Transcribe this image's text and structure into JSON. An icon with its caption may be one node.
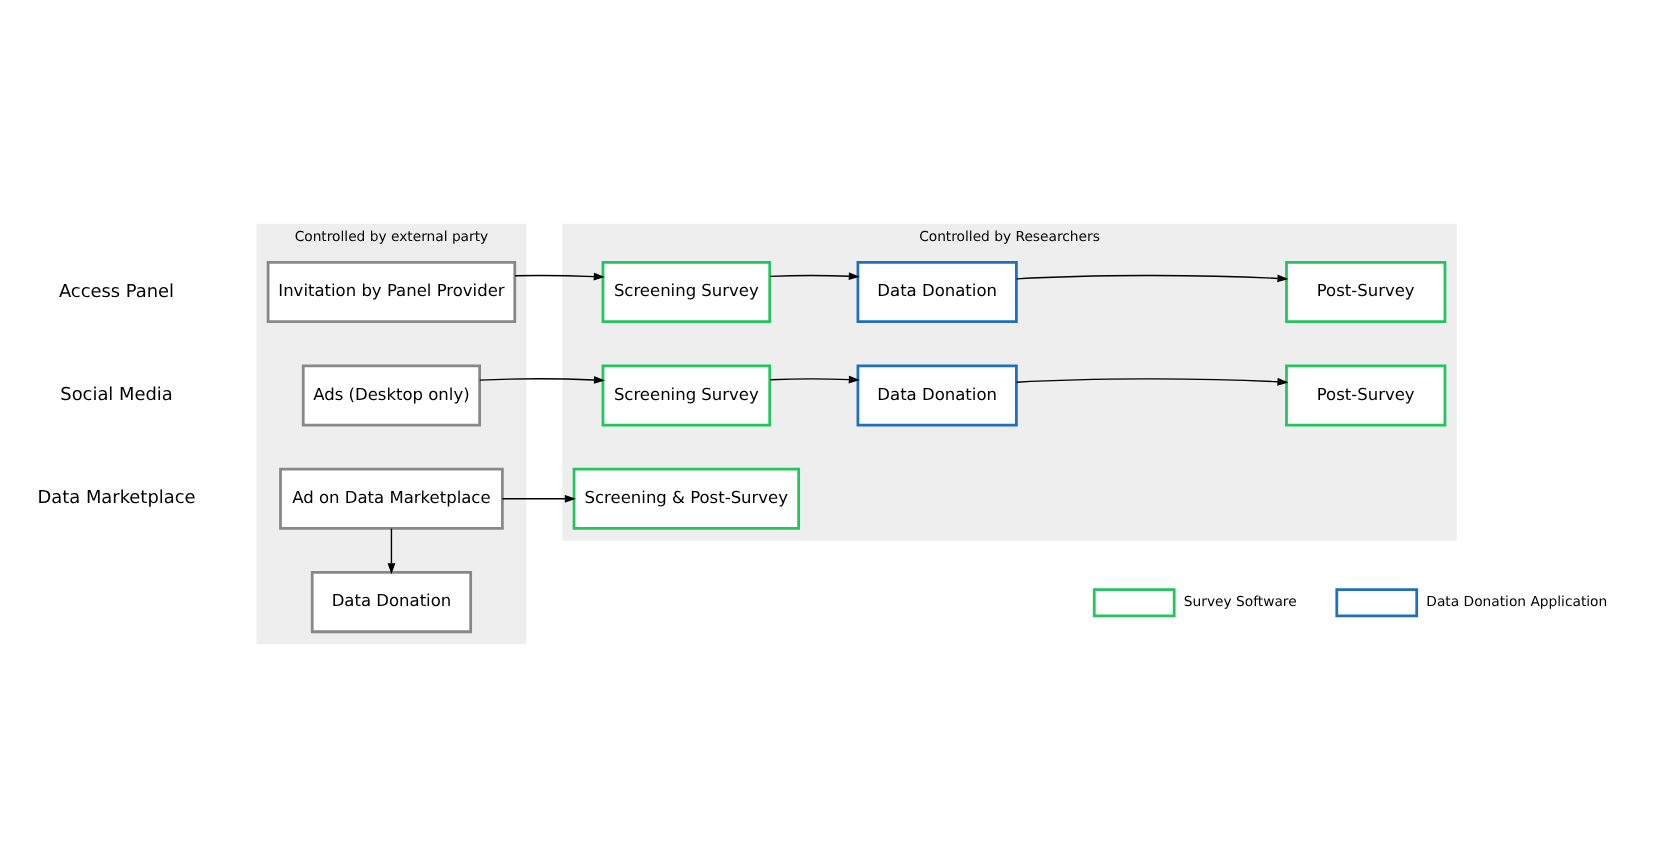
{
  "diagram": {
    "nodes": [
      {
        "text": [
          "Controlled by external party"
        ]
      },
      {
        "text": [
          "Invitation by Panel Provider"
        ],
        "in": 0
      },
      {
        "text": [
          "Ads (Desktop only)"
        ],
        "in": 0
      },
      {
        "text": [
          "Ad on Data Marketplace"
        ],
        "in": 0
      },
      {
        "text": [
          "Data Donation"
        ],
        "in": 0
      },
      {
        "text": [
          "Controlled by Researchers"
        ]
      },
      {
        "text": [
          "Screening Survey"
        ],
        "in": 5
      },
      {
        "text": [
          "Data Donation"
        ],
        "in": 5
      },
      {
        "text": [
          "Post-Survey"
        ],
        "in": 5
      },
      {
        "text": [
          "Screening Survey"
        ],
        "in": 5
      },
      {
        "text": [
          "Data Donation"
        ],
        "in": 5
      },
      {
        "text": [
          "Post-Survey"
        ],
        "in": 5
      },
      {
        "text": [
          "Screening & Post-Survey"
        ],
        "in": 5
      }
    ],
    "edges": [
      {
        "from": 1,
        "to": 6,
        "arrow": "to"
      },
      {
        "from": 6,
        "to": 7,
        "arrow": "to"
      },
      {
        "from": 7,
        "to": 8,
        "arrow": "to"
      },
      {
        "from": 2,
        "to": 9,
        "arrow": "to"
      },
      {
        "from": 9,
        "to": 10,
        "arrow": "to"
      },
      {
        "from": 10,
        "to": 11,
        "arrow": "to"
      },
      {
        "from": 3,
        "to": 12,
        "arrow": "to"
      },
      {
        "from": 3,
        "to": 4,
        "arrow": "to"
      }
    ],
    "labels": [
      "Access Panel",
      "Social Media",
      "Data Marketplace"
    ],
    "legend": [
      {
        "text": "Survey Software",
        "color": "#22c55e"
      },
      {
        "text": "Data Donation Application",
        "color": "#1f6fbf"
      }
    ]
  }
}
